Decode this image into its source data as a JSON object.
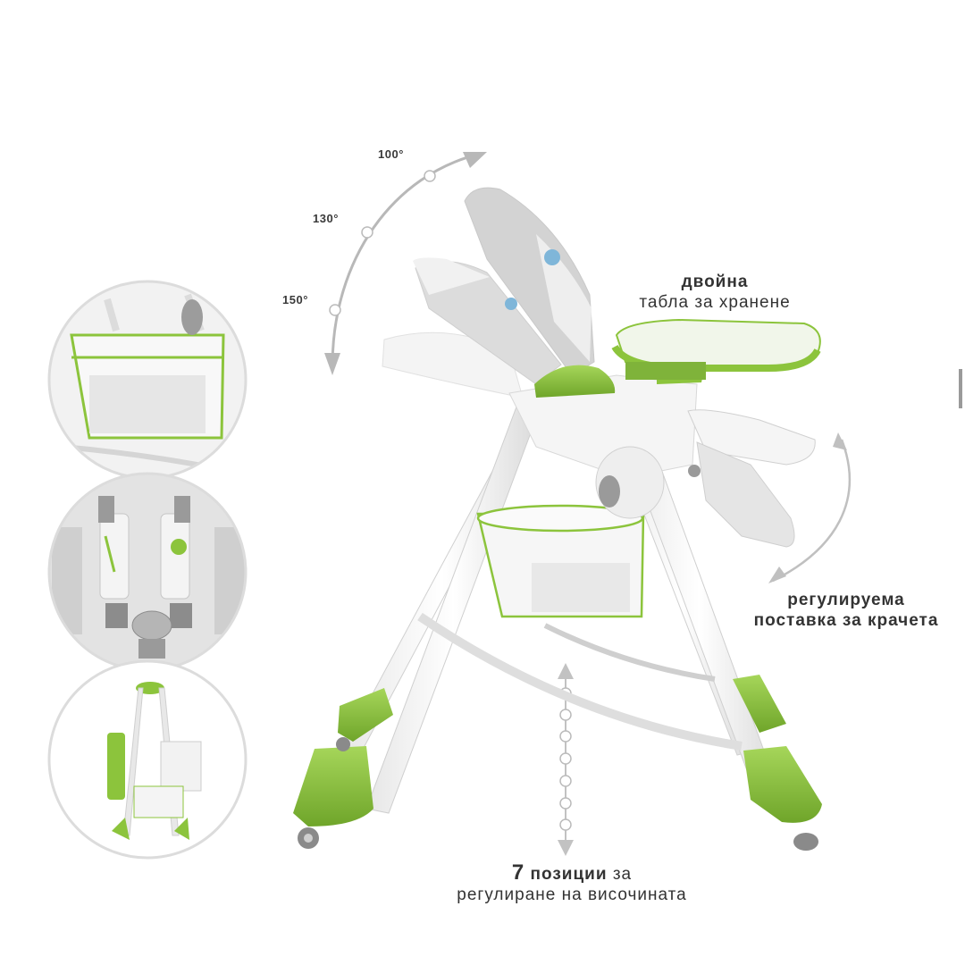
{
  "angles": [
    "100°",
    "130°",
    "150°"
  ],
  "callouts": {
    "tray": {
      "bold": "двойна",
      "normal": "табла за хранене"
    },
    "footrest": {
      "line1": "регулируема",
      "line2": "поставка за крачета"
    },
    "height": {
      "number": "7",
      "bold_word": "позиции",
      "after": "за",
      "line2": "регулиране на височината"
    }
  },
  "colors": {
    "accent_green": "#8cc43c",
    "frame_white": "#f4f4f4",
    "fabric_gray": "#cfcfcf",
    "arrow_gray": "#b3b3b3"
  },
  "detail_circles": [
    "storage-basket-detail",
    "safety-harness-detail",
    "folded-chair-detail"
  ]
}
